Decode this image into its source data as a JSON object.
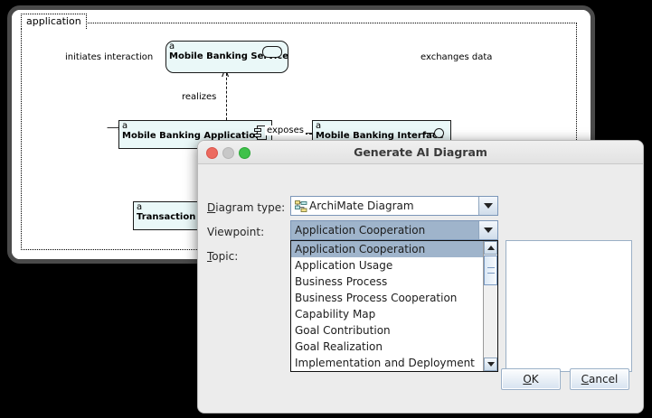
{
  "editor": {
    "group_label": "application",
    "elements": [
      {
        "stereotype": "a",
        "name": "Mobile Banking Service",
        "icon": "application-service-icon"
      },
      {
        "stereotype": "a",
        "name": "Mobile Banking Application",
        "icon": "application-component-icon"
      },
      {
        "stereotype": "a",
        "name": "Mobile Banking Interface",
        "icon": "application-interface-icon"
      },
      {
        "stereotype": "a",
        "name": "Transaction Data",
        "icon": "data-object-icon"
      }
    ],
    "relations": [
      {
        "label": "initiates interaction"
      },
      {
        "label": "exchanges data"
      },
      {
        "label": "realizes"
      },
      {
        "label": "exposes"
      }
    ]
  },
  "dialog": {
    "title": "Generate AI Diagram",
    "traffic_lights": {
      "close": "close-button",
      "minimize": "minimize-button",
      "maximize": "maximize-button"
    },
    "fields": {
      "diagram_type": {
        "label": "Diagram type:",
        "label_mnemonic": "D",
        "label_rest": "iagram type:",
        "value": "ArchiMate Diagram",
        "icon": "archimate-diagram-icon"
      },
      "viewpoint": {
        "label": "Viewpoint:",
        "value": "Application Cooperation"
      },
      "topic": {
        "label": "Topic:",
        "label_mnemonic": "T",
        "label_rest": "opic:",
        "value": ""
      }
    },
    "dropdown": {
      "options": [
        "Application Cooperation",
        "Application Usage",
        "Business Process",
        "Business Process Cooperation",
        "Capability Map",
        "Goal Contribution",
        "Goal Realization",
        "Implementation and Deployment"
      ],
      "selected_index": 0
    },
    "buttons": {
      "ok": {
        "mnemonic": "O",
        "rest": "K"
      },
      "cancel": {
        "mnemonic": "C",
        "rest": "ancel"
      }
    }
  },
  "colors": {
    "element_fill": "#eaf8f8",
    "selection": "#9fb4cb",
    "dialog_bg": "#ececec",
    "traffic_close": "#ec6a5f",
    "traffic_min": "#c8c8c8",
    "traffic_max": "#3fc14a"
  }
}
